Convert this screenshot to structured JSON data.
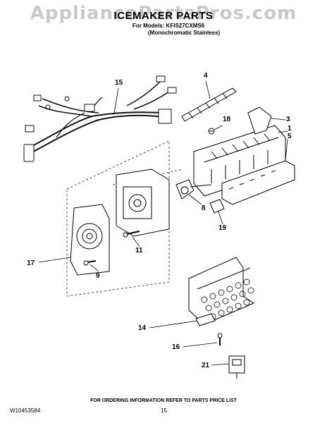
{
  "watermark": "AppliancePartsPros.com",
  "header": {
    "title": "ICEMAKER PARTS",
    "models_line": "For Models: KFIS27CXMS6",
    "models_sub": "(Monochromatic Stainless)"
  },
  "callouts": [
    "15",
    "4",
    "18",
    "3",
    "1",
    "5",
    "8",
    "19",
    "11",
    "17",
    "9",
    "14",
    "16",
    "21"
  ],
  "footer": {
    "note": "FOR ORDERING INFORMATION REFER TO PARTS PRICE LIST",
    "doc_number": "W10453584",
    "page_number": "15"
  }
}
